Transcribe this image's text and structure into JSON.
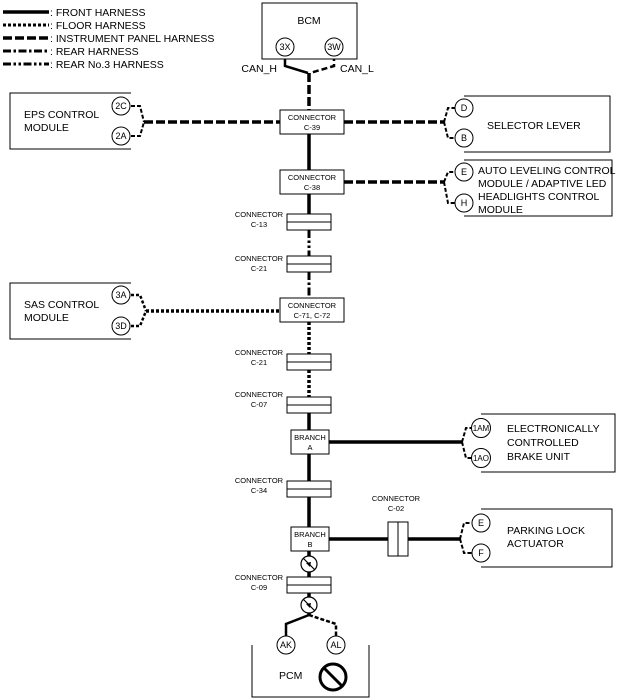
{
  "legend": [
    {
      "label": ": FRONT HARNESS",
      "style": "front"
    },
    {
      "label": ": FLOOR HARNESS",
      "style": "floor"
    },
    {
      "label": ": INSTRUMENT PANEL HARNESS",
      "style": "ip"
    },
    {
      "label": ": REAR HARNESS",
      "style": "rear"
    },
    {
      "label": ": REAR No.3 HARNESS",
      "style": "rear3"
    }
  ],
  "modules": {
    "bcm": {
      "title": "BCM",
      "pins": [
        "3X",
        "3W"
      ],
      "can_h": "CAN_H",
      "can_l": "CAN_L"
    },
    "eps": {
      "lines": [
        "EPS CONTROL",
        "MODULE"
      ],
      "pins": [
        "2C",
        "2A"
      ]
    },
    "selector": {
      "lines": [
        "SELECTOR LEVER"
      ],
      "pins": [
        "D",
        "B"
      ]
    },
    "auto_leveling": {
      "lines": [
        "AUTO LEVELING CONTROL",
        "MODULE / ADAPTIVE LED",
        "HEADLIGHTS CONTROL",
        "MODULE"
      ],
      "pins": [
        "E",
        "H"
      ]
    },
    "sas": {
      "lines": [
        "SAS CONTROL",
        "MODULE"
      ],
      "pins": [
        "3A",
        "3D"
      ]
    },
    "ecbu": {
      "lines": [
        "ELECTRONICALLY",
        "CONTROLLED",
        "BRAKE UNIT"
      ],
      "pins": [
        "1AM",
        "1AO"
      ]
    },
    "parking": {
      "lines": [
        "PARKING LOCK",
        "ACTUATOR"
      ],
      "pins": [
        "E",
        "F"
      ]
    },
    "pcm": {
      "title": "PCM",
      "pins": [
        "AK",
        "AL"
      ]
    }
  },
  "connectors": {
    "c39": {
      "l1": "CONNECTOR",
      "l2": "C-39"
    },
    "c38": {
      "l1": "CONNECTOR",
      "l2": "C-38"
    },
    "c13": {
      "l1": "CONNECTOR",
      "l2": "C-13"
    },
    "c21a": {
      "l1": "CONNECTOR",
      "l2": "C-21"
    },
    "c71": {
      "l1": "CONNECTOR",
      "l2": "C-71, C-72"
    },
    "c21b": {
      "l1": "CONNECTOR",
      "l2": "C-21"
    },
    "c07": {
      "l1": "CONNECTOR",
      "l2": "C-07"
    },
    "branch_a": {
      "l1": "BRANCH",
      "l2": "A"
    },
    "c34": {
      "l1": "CONNECTOR",
      "l2": "C-34"
    },
    "branch_b": {
      "l1": "BRANCH",
      "l2": "B"
    },
    "c09": {
      "l1": "CONNECTOR",
      "l2": "C-09"
    },
    "c02": {
      "l1": "CONNECTOR",
      "l2": "C-02"
    }
  },
  "icons": [
    "no-entry-icon",
    "no-disassemble-icon"
  ],
  "colors": {
    "line": "#000000",
    "background": "#ffffff"
  }
}
